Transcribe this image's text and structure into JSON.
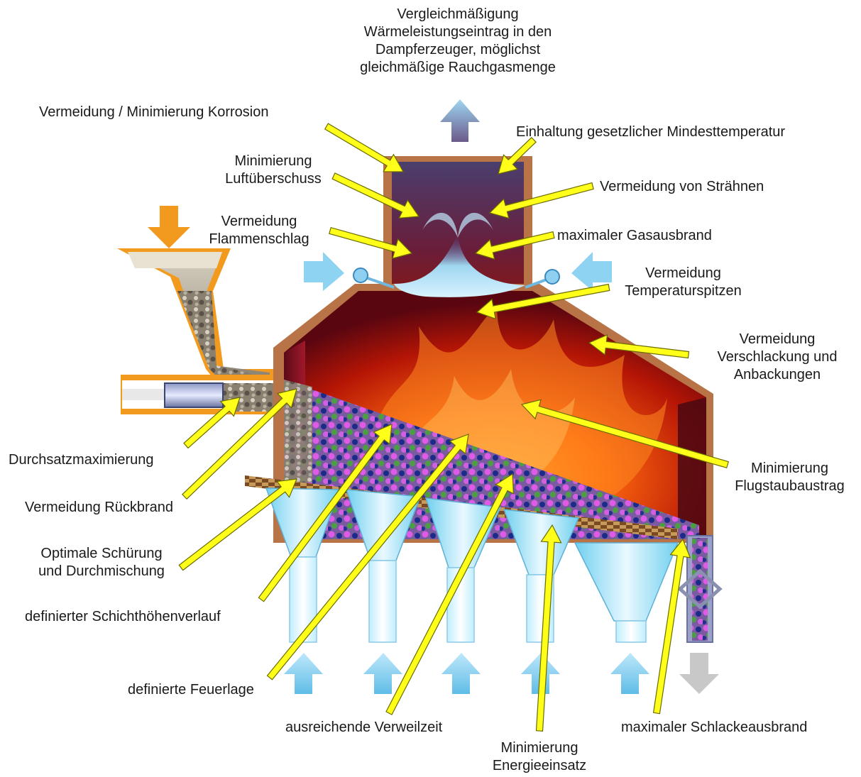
{
  "colors": {
    "arrow": "#ffff1a",
    "arrow_outline": "#6b6b00",
    "air_arrow": "#8fd3f2",
    "fuel_arrow": "#f29a1e",
    "slag_arrow": "#c8c8c8",
    "furnace_wall": "#b87447",
    "flame": "#ff5a10"
  },
  "labels": {
    "top": [
      "Vergleichmäßigung",
      "Wärmeleistungseintrag in den",
      "Dampferzeuger, möglichst",
      "gleichmäßige Rauchgasmenge"
    ],
    "korrosion": "Vermeidung / Minimierung Korrosion",
    "mindesttemp": "Einhaltung gesetzlicher Mindesttemperatur",
    "luft": [
      "Minimierung",
      "Luftüberschuss"
    ],
    "straehnen": "Vermeidung von Strähnen",
    "flammen": [
      "Vermeidung",
      "Flammenschlag"
    ],
    "gasausbrand": "maximaler Gasausbrand",
    "tempspitzen": [
      "Vermeidung",
      "Temperaturspitzen"
    ],
    "verschlackung": [
      "Vermeidung",
      "Verschlackung und",
      "Anbackungen"
    ],
    "durchsatz": "Durchsatzmaximierung",
    "flugstaub": [
      "Minimierung",
      "Flugstaubaustrag"
    ],
    "rueckbrand": "Vermeidung Rückbrand",
    "schuerung": [
      "Optimale Schürung",
      "und Durchmischung"
    ],
    "schichthoehe": "definierter Schichthöhenverlauf",
    "feuerlage": "definierte Feuerlage",
    "verweilzeit": "ausreichende Verweilzeit",
    "energie": [
      "Minimierung",
      "Energieeinsatz"
    ],
    "schlacke": "maximaler Schlackeausbrand"
  }
}
